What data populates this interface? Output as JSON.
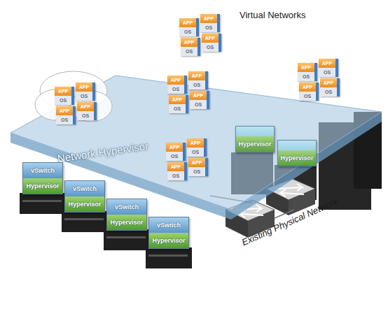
{
  "diagram": {
    "nodes": [
      {
        "text": [
          "Network Hypervisor"
        ]
      },
      {
        "text": [
          "vSwitch",
          "Hypervisor"
        ]
      },
      {
        "text": [
          "vSwitch",
          "Hypervisor"
        ]
      },
      {
        "text": [
          "vSwitch",
          "Hypervisor"
        ]
      },
      {
        "text": [
          "vSwitch",
          "Hypervisor"
        ]
      },
      {
        "text": [
          "Hypervisor"
        ]
      },
      {
        "text": [
          "Hypervisor"
        ]
      }
    ],
    "labels": [
      "Virtual Networks",
      "Existing Physical Network",
      "APP",
      "OS",
      "APP",
      "OS",
      "APP",
      "OS",
      "APP",
      "OS",
      "APP",
      "OS",
      "APP",
      "OS",
      "APP",
      "OS",
      "APP",
      "OS",
      "APP",
      "OS",
      "APP",
      "OS",
      "APP",
      "OS",
      "APP",
      "OS",
      "APP",
      "OS",
      "APP",
      "OS",
      "APP",
      "OS",
      "APP",
      "OS",
      "APP",
      "OS",
      "APP",
      "OS",
      "APP",
      "OS",
      "APP",
      "OS"
    ]
  }
}
